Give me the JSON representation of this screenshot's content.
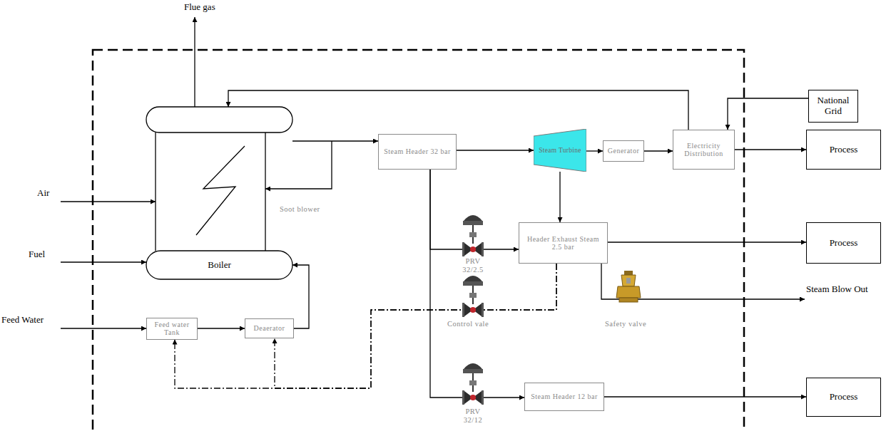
{
  "diagram": {
    "nodes": [
      {
        "text": [
          "Boiler"
        ]
      },
      {
        "text": [
          "Feed water Tank"
        ]
      },
      {
        "text": [
          "Deaerator"
        ]
      },
      {
        "text": [
          "Steam Header 32 bar"
        ]
      },
      {
        "text": [
          "Steam Turbine"
        ]
      },
      {
        "text": [
          "Generator"
        ]
      },
      {
        "text": [
          "Electricity Distribution"
        ]
      },
      {
        "text": [
          "National Grid"
        ]
      },
      {
        "text": [
          "Process"
        ]
      },
      {
        "text": [
          "Header Exhaust Steam 2.5 bar"
        ]
      },
      {
        "text": [
          "Process"
        ]
      },
      {
        "text": [
          "Steam Header 12 bar"
        ]
      },
      {
        "text": [
          "Process"
        ]
      }
    ],
    "edges": [
      {
        "from": 1,
        "to": 2,
        "arrow": "to"
      },
      {
        "from": 2,
        "to": 0,
        "arrow": "to"
      },
      {
        "from": 0,
        "to": 3,
        "arrow": "to"
      },
      {
        "from": 3,
        "to": 4,
        "arrow": "to"
      },
      {
        "from": 4,
        "to": 5,
        "arrow": "to"
      },
      {
        "from": 5,
        "to": 6,
        "arrow": "to"
      },
      {
        "from": 7,
        "to": 6,
        "arrow": "to"
      },
      {
        "from": 6,
        "to": 8,
        "arrow": "to"
      },
      {
        "from": 6,
        "to": 0,
        "arrow": "to"
      },
      {
        "from": 4,
        "to": 9,
        "arrow": "to"
      },
      {
        "from": 3,
        "to": 9,
        "arrow": "to"
      },
      {
        "from": 3,
        "to": 11,
        "arrow": "to"
      },
      {
        "from": 9,
        "to": 10,
        "arrow": "to"
      },
      {
        "from": 11,
        "to": 12,
        "arrow": "to"
      },
      {
        "from": 9,
        "to": 1,
        "arrow": "to"
      },
      {
        "from": 9,
        "to": 2,
        "arrow": "to"
      }
    ],
    "labels": [
      "Flue gas",
      "Air",
      "Fuel",
      "Feed Water",
      "Soot blower",
      "PRV 32/2.5",
      "Control vale",
      "PRV 32/12",
      "Safety valve",
      "Steam Blow Out"
    ]
  }
}
